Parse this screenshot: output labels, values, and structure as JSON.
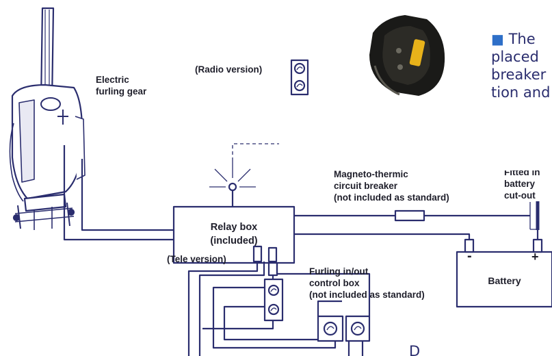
{
  "labels": {
    "furling_gear": [
      "Electric",
      "furling gear"
    ],
    "radio_version": "(Radio version)",
    "breaker": [
      "Magneto-thermic",
      "circuit breaker",
      "(not included as standard)"
    ],
    "cutout": [
      "Fitted in",
      "battery",
      "cut-out"
    ],
    "relay_box": [
      "Relay box",
      "(included)"
    ],
    "battery": "Battery",
    "minus": "-",
    "plus": "+",
    "tele_version": "(Tele version)",
    "control_box": [
      "Furling in/out",
      "control box",
      "(not included as standard)"
    ]
  },
  "side_text": {
    "bullet": "■",
    "lines": [
      "The",
      "placed",
      "breaker",
      "tion and"
    ],
    "bottom": "D"
  },
  "colors": {
    "wire": "#2a2d6e",
    "bullet": "#2e6fc8",
    "text": "#1e1e2a"
  }
}
